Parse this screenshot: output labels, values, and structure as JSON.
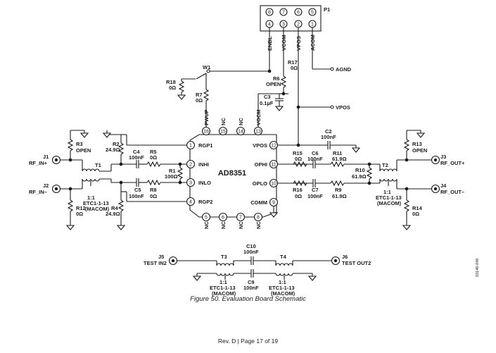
{
  "figure_caption": "Figure 50. Evaluation Board Schematic",
  "footer": "Rev. D | Page 17 of 19",
  "figure_code": "03146-049",
  "chip": {
    "name": "AD8351",
    "pins": [
      {
        "num": "1",
        "label": "RGP1"
      },
      {
        "num": "2",
        "label": "INHI"
      },
      {
        "num": "3",
        "label": "INLO"
      },
      {
        "num": "4",
        "label": "RGP2"
      },
      {
        "num": "5",
        "label": "NC"
      },
      {
        "num": "6",
        "label": "NC"
      },
      {
        "num": "7",
        "label": "NC"
      },
      {
        "num": "8",
        "label": "NC"
      },
      {
        "num": "9",
        "label": "COMM"
      },
      {
        "num": "10",
        "label": "OPLO"
      },
      {
        "num": "11",
        "label": "OPHI"
      },
      {
        "num": "12",
        "label": "VPOS"
      },
      {
        "num": "13",
        "label": "VOCM"
      },
      {
        "num": "14",
        "label": "NC"
      },
      {
        "num": "15",
        "label": "NC"
      },
      {
        "num": "16",
        "label": "PWUP"
      }
    ]
  },
  "header": {
    "ref": "P1",
    "pins_top": [
      "8",
      "7",
      "6",
      "5"
    ],
    "pins_bottom": [
      "4",
      "3",
      "2",
      "1"
    ],
    "nets": [
      "ENBL",
      "VCOM",
      "VPOS",
      "ACOM"
    ]
  },
  "nets": {
    "agnd": "AGND",
    "vpos": "VPOS"
  },
  "switch": {
    "ref": "W1"
  },
  "connectors": {
    "j1": {
      "ref": "J1",
      "name": "RF_IN+"
    },
    "j2": {
      "ref": "J2",
      "name": "RF_IN–"
    },
    "j3": {
      "ref": "J3",
      "name": "RF_OUT+"
    },
    "j4": {
      "ref": "J4",
      "name": "RF_OUT–"
    },
    "j5": {
      "ref": "J5",
      "name": "TEST IN2"
    },
    "j6": {
      "ref": "J6",
      "name": "TEST OUT2"
    }
  },
  "resistors": {
    "r1": {
      "ref": "R1",
      "value": "100Ω"
    },
    "r2": {
      "ref": "R2",
      "value": "24.9Ω"
    },
    "r3": {
      "ref": "R3",
      "value": "OPEN"
    },
    "r4": {
      "ref": "R4",
      "value": "24.9Ω"
    },
    "r5": {
      "ref": "R5",
      "value": "0Ω"
    },
    "r6": {
      "ref": "R6",
      "value": "OPEN"
    },
    "r7": {
      "ref": "R7",
      "value": "0Ω"
    },
    "r8": {
      "ref": "R8",
      "value": "0Ω"
    },
    "r9": {
      "ref": "R9",
      "value": "61.9Ω"
    },
    "r10": {
      "ref": "R10",
      "value": "61.9Ω"
    },
    "r11": {
      "ref": "R11",
      "value": "61.9Ω"
    },
    "r12": {
      "ref": "R12",
      "value": "0Ω"
    },
    "r13": {
      "ref": "R13",
      "value": "OPEN"
    },
    "r14": {
      "ref": "R14",
      "value": "0Ω"
    },
    "r15": {
      "ref": "R15",
      "value": "0Ω"
    },
    "r16": {
      "ref": "R16",
      "value": "0Ω"
    },
    "r17": {
      "ref": "R17",
      "value": "0Ω"
    },
    "r18": {
      "ref": "R18",
      "value": "0Ω"
    }
  },
  "capacitors": {
    "c2": {
      "ref": "C2",
      "value": "100nF"
    },
    "c3": {
      "ref": "C3",
      "value": "0.1µF"
    },
    "c4": {
      "ref": "C4",
      "value": "100nF"
    },
    "c5": {
      "ref": "C5",
      "value": "100nF"
    },
    "c6": {
      "ref": "C6",
      "value": "100nF"
    },
    "c7": {
      "ref": "C7",
      "value": "100nF"
    },
    "c9": {
      "ref": "C9",
      "value": "100nF"
    },
    "c10": {
      "ref": "C10",
      "value": "100nF"
    }
  },
  "transformers": {
    "t1": {
      "ref": "T1",
      "ratio": "1:1",
      "part": "ETC1-1-13",
      "vendor": "(MACOM)"
    },
    "t2": {
      "ref": "T2",
      "ratio": "1:1",
      "part": "ETC1-1-13",
      "vendor": "(MACOM)"
    },
    "t3": {
      "ref": "T3",
      "ratio": "1:1",
      "part": "ETC1-1-13",
      "vendor": "(MACOM)"
    },
    "t4": {
      "ref": "T4",
      "ratio": "1:1",
      "part": "ETC1-1-13",
      "vendor": "(MACOM)"
    }
  }
}
